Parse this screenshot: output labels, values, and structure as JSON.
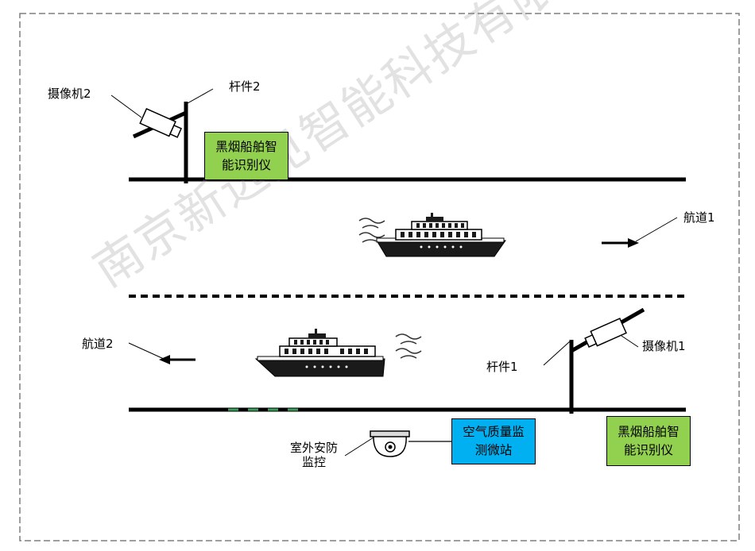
{
  "colors": {
    "recognizer_fill": "#92D050",
    "station_fill": "#00B0F0",
    "line": "#000000",
    "border": "#7f7f7f",
    "watermark": "#999999",
    "lane_marker": "#3a9d5a"
  },
  "labels": {
    "camera2": "摄像机2",
    "pole2": "杆件2",
    "channel1": "航道1",
    "channel2": "航道2",
    "pole1": "杆件1",
    "camera1": "摄像机1",
    "outdoor_monitor_line1": "室外安防",
    "outdoor_monitor_line2": "监控"
  },
  "boxes": {
    "recognizer_top": {
      "line1": "黑烟船舶智",
      "line2": "能识别仪"
    },
    "air_station": {
      "line1": "空气质量监",
      "line2": "测微站"
    },
    "recognizer_bottom": {
      "line1": "黑烟船舶智",
      "line2": "能识别仪"
    }
  },
  "icons": [
    "camera-icon",
    "pole-icon",
    "ship-icon",
    "smoke-icon",
    "direction-arrow-icon",
    "dome-camera-icon"
  ],
  "watermark": "南京新远见智能科技有限公司"
}
